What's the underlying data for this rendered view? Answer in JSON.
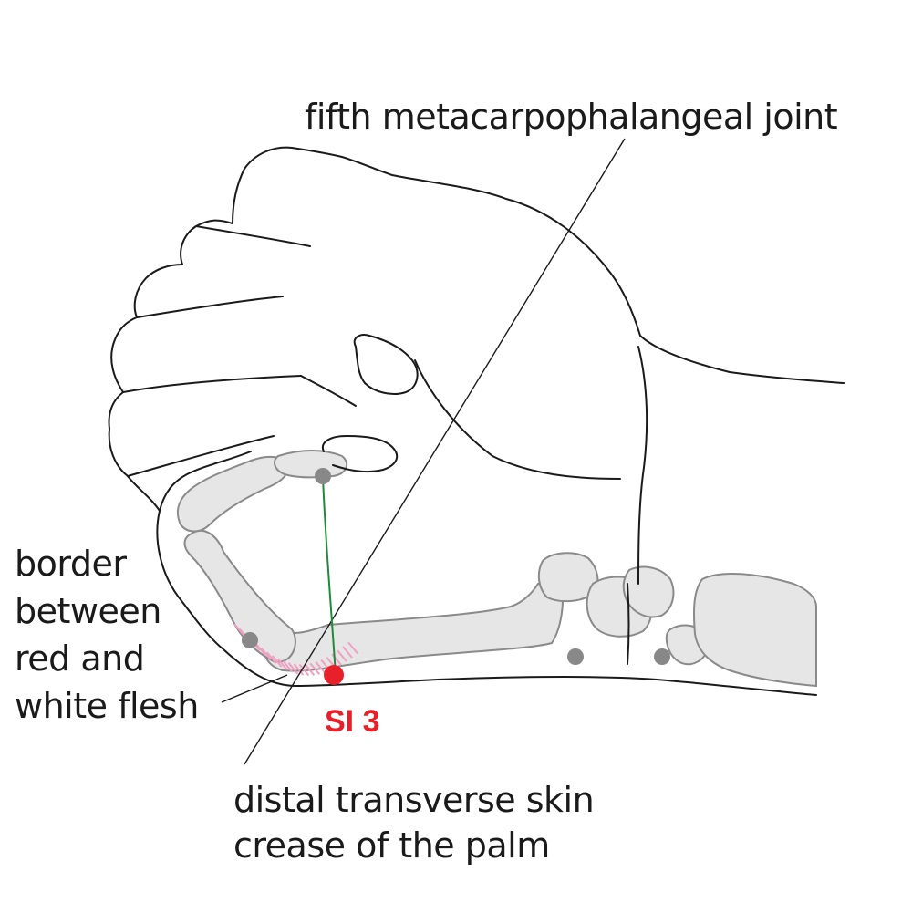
{
  "labels": {
    "joint": "fifth metacarpophalangeal joint",
    "border_lines": [
      "border",
      "between",
      "red and",
      "white flesh"
    ],
    "crease_lines": [
      "distal transverse skin",
      "crease of the palm"
    ],
    "point": "SI 3"
  },
  "colors": {
    "outline": "#1a1a1a",
    "bone_fill": "#e6e6e6",
    "bone_stroke": "#8a8a8a",
    "landmark_dot": "#888888",
    "acupoint": "#e8202a",
    "guide_line": "#1f8a3a",
    "hatch": "#f0a0c0"
  }
}
